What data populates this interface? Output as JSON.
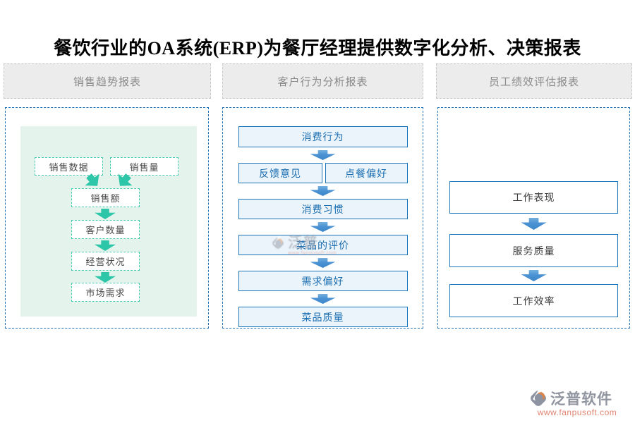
{
  "title": "餐饮行业的OA系统(ERP)为餐厅经理提供数字化分析、决策报表",
  "columns": [
    {
      "header": "销售趋势报表"
    },
    {
      "header": "客户行为分析报表"
    },
    {
      "header": "员工绩效评估报表"
    }
  ],
  "sales_trend": {
    "sources": [
      "销售数据",
      "销售量"
    ],
    "chain": [
      "销售额",
      "客户数量",
      "经营状况",
      "市场需求"
    ]
  },
  "customer_behavior": {
    "start": "消费行为",
    "branches": [
      "反馈意见",
      "点餐偏好"
    ],
    "chain": [
      "消费习惯",
      "菜品的评价",
      "需求偏好",
      "菜品质量"
    ]
  },
  "employee_performance": {
    "chain": [
      "工作表现",
      "服务质量",
      "工作效率"
    ]
  },
  "watermark": {
    "text": "泛普"
  },
  "logo": {
    "name": "泛普软件",
    "url": "www.fanpusoft.com"
  },
  "colors": {
    "teal": "#2ec6a8",
    "teal_dash": "#44cbb0",
    "mint_bg": "#e4f4ec",
    "blue_border": "#1b74b8",
    "blue_box_bg": "#ebf4fb",
    "arrow_blue": "#4a92d3",
    "panel_dash": "#2272b4",
    "header_bg": "#ececec",
    "header_text": "#8a8a8a",
    "logo_gray": "#8d93a0",
    "logo_orange": "#de8347",
    "url_salmon": "#e08472"
  }
}
